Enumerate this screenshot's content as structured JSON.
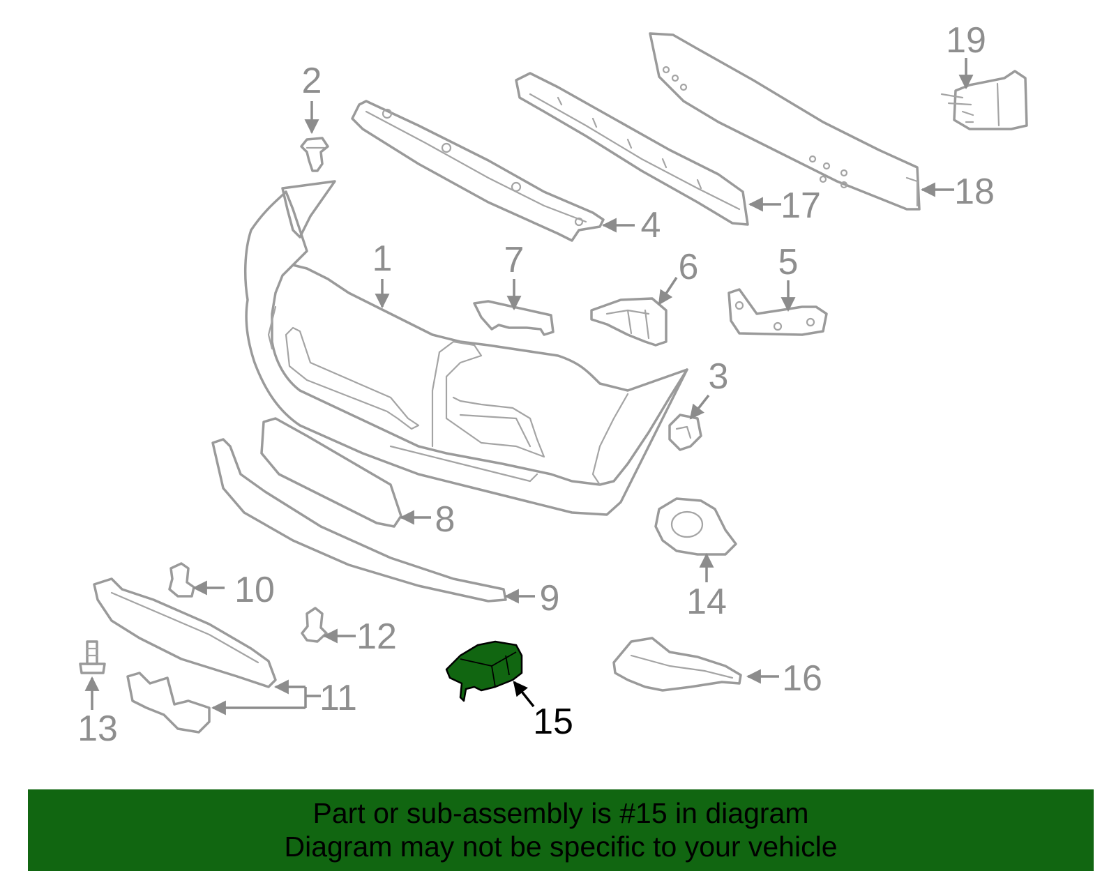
{
  "diagram": {
    "highlight_color": "#116611",
    "line_color": "#9a9a9a",
    "labels": {
      "p1": "1",
      "p2": "2",
      "p3": "3",
      "p4": "4",
      "p5": "5",
      "p6": "6",
      "p7": "7",
      "p8": "8",
      "p9": "9",
      "p10": "10",
      "p11": "11",
      "p12": "12",
      "p13": "13",
      "p14": "14",
      "p15": "15",
      "p16": "16",
      "p17": "17",
      "p18": "18",
      "p19": "19"
    },
    "highlighted_part": "15"
  },
  "banner": {
    "line1": "Part or sub-assembly is #15 in diagram",
    "line2": "Diagram may not be specific to your vehicle",
    "background": "#116611"
  }
}
